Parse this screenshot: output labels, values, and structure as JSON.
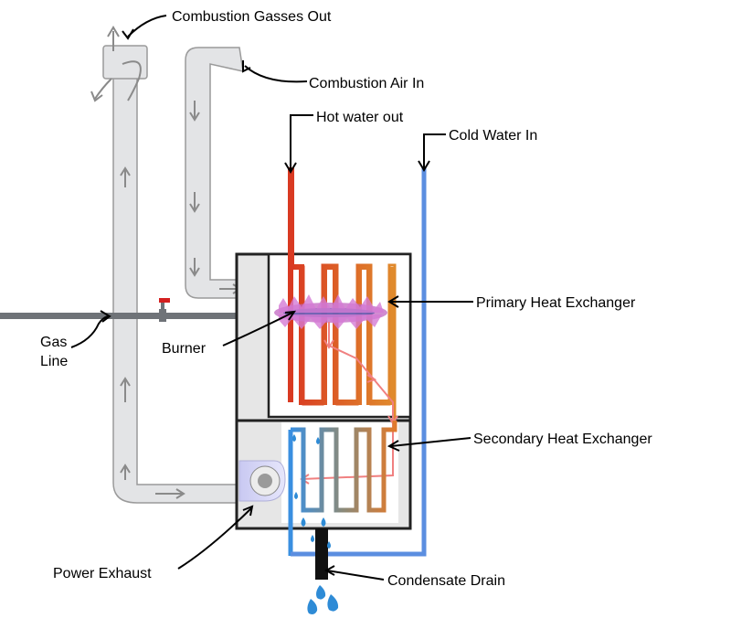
{
  "labels": {
    "combustion_gasses_out": "Combustion Gasses Out",
    "combustion_air_in": "Combustion Air In",
    "hot_water_out": "Hot water out",
    "cold_water_in": "Cold Water In",
    "primary_heat_exchanger": "Primary Heat Exchanger",
    "gas_line_1": "Gas",
    "gas_line_2": "Line",
    "burner": "Burner",
    "secondary_heat_exchanger": "Secondary Heat Exchanger",
    "power_exhaust": "Power Exhaust",
    "condensate_drain": "Condensate Drain"
  },
  "colors": {
    "duct_fill": "#e3e4e6",
    "duct_stroke": "#9a9a9a",
    "hot_water": "#d93a22",
    "cold_water": "#5b8ee0",
    "primary_coil_start": "#d93a22",
    "primary_coil_end": "#e08a2c",
    "secondary_coil_start": "#4a9adf",
    "secondary_coil_end": "#e07a2c",
    "flue_gas": "#f08080",
    "flame": "#c266c2",
    "gas_line": "#6f7378",
    "condensate": "#2e8bd6"
  }
}
